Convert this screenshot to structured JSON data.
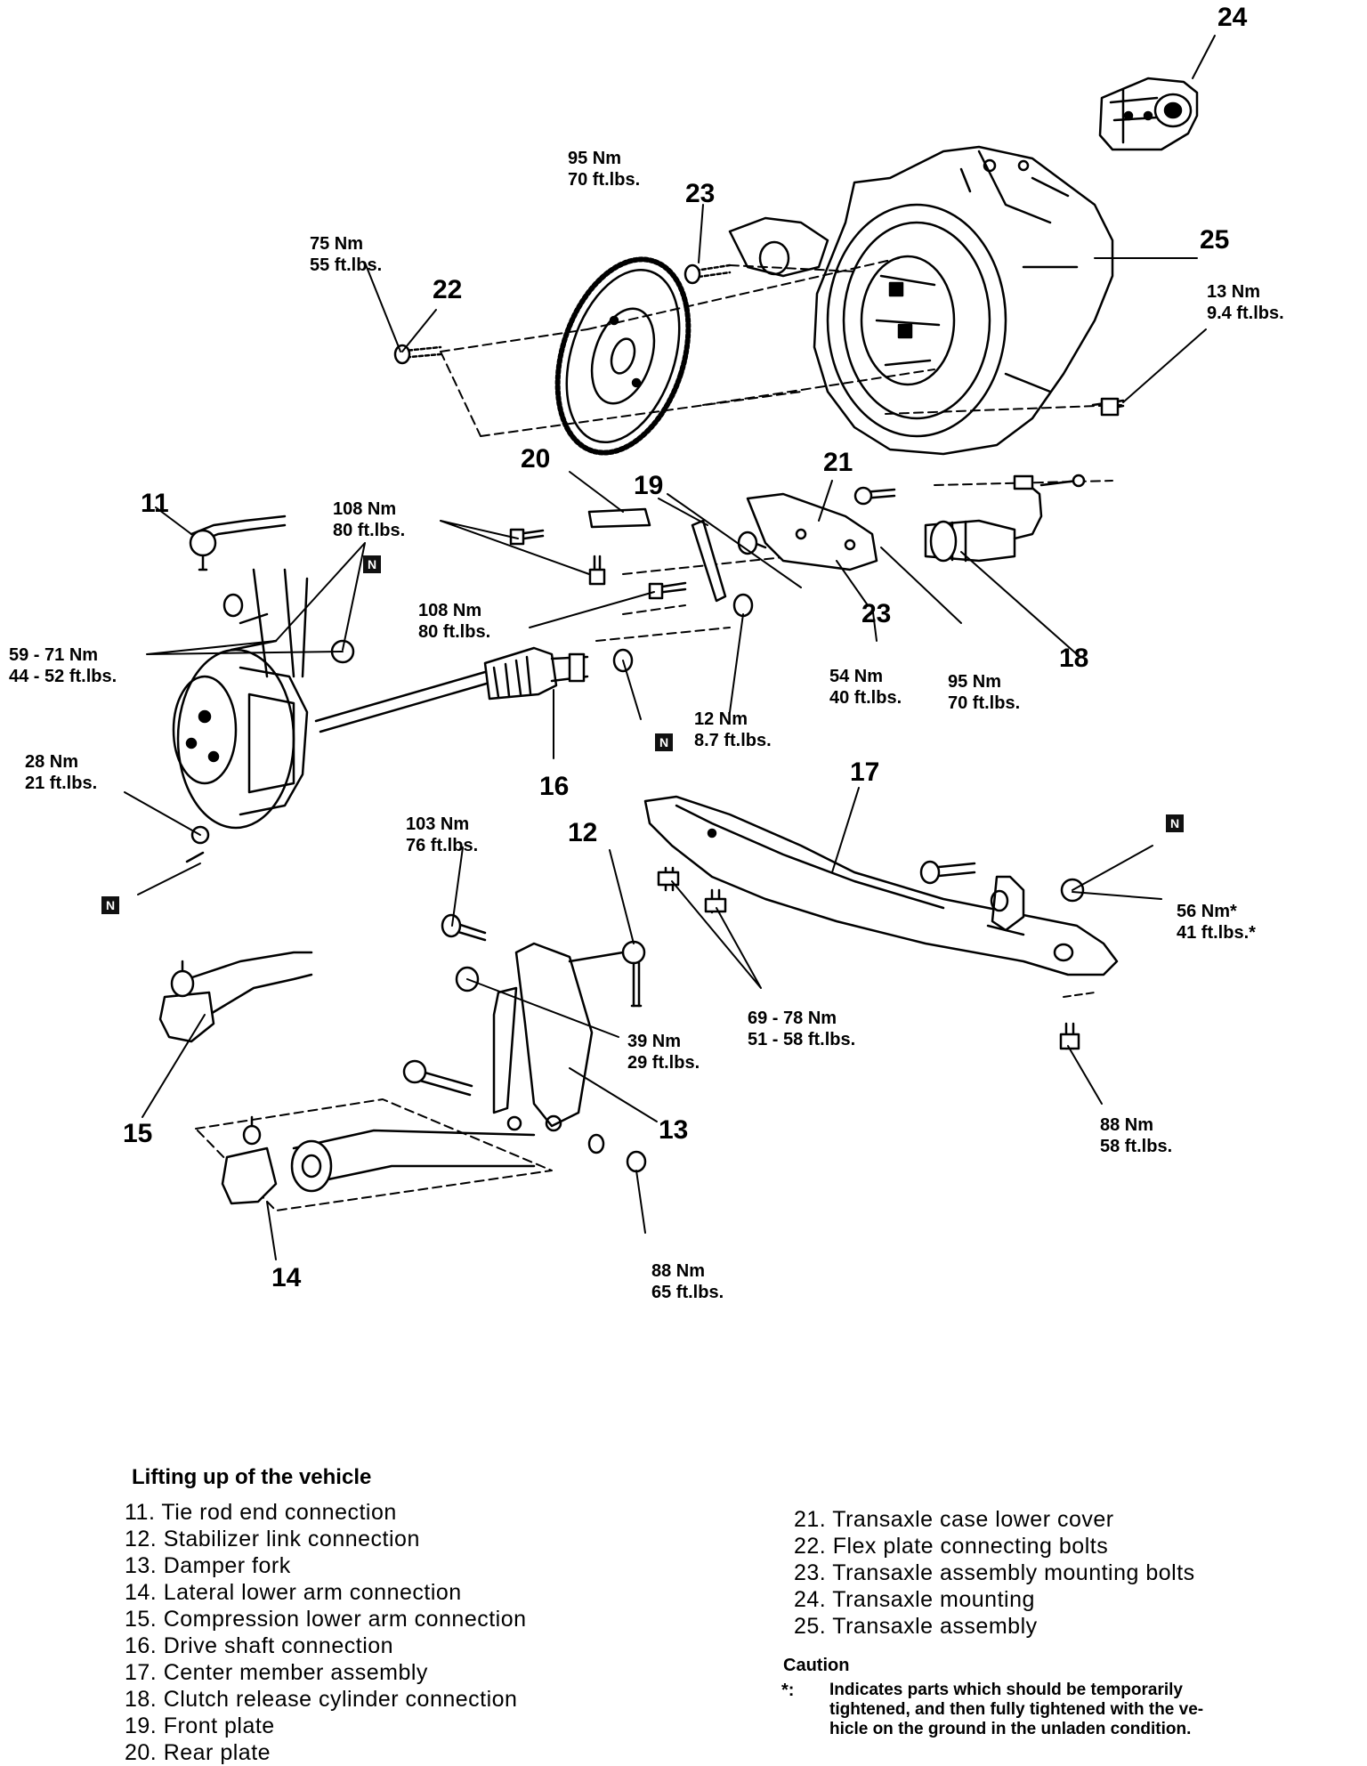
{
  "part_numbers": {
    "p11": "11",
    "p12": "12",
    "p13": "13",
    "p14": "14",
    "p15": "15",
    "p16": "16",
    "p17": "17",
    "p18": "18",
    "p19": "19",
    "p20": "20",
    "p21": "21",
    "p22": "22",
    "p23a": "23",
    "p23b": "23",
    "p24": "24",
    "p25": "25"
  },
  "torque": {
    "t95a": [
      "95 Nm",
      "70 ft.lbs."
    ],
    "t75": [
      "75 Nm",
      "55 ft.lbs."
    ],
    "t13": [
      "13 Nm",
      "9.4 ft.lbs."
    ],
    "t108a": [
      "108 Nm",
      "80 ft.lbs."
    ],
    "t59": [
      "59 - 71 Nm",
      "44 - 52 ft.lbs."
    ],
    "t108b": [
      "108 Nm",
      "80 ft.lbs."
    ],
    "t54": [
      "54 Nm",
      "40 ft.lbs."
    ],
    "t95b": [
      "95 Nm",
      "70 ft.lbs."
    ],
    "t12": [
      "12 Nm",
      "8.7 ft.lbs."
    ],
    "t28": [
      "28 Nm",
      "21 ft.lbs."
    ],
    "t103": [
      "103 Nm",
      "76 ft.lbs."
    ],
    "t56": [
      "56 Nm*",
      "41 ft.lbs.*"
    ],
    "t69": [
      "69 - 78 Nm",
      "51 - 58 ft.lbs."
    ],
    "t39": [
      "39 Nm",
      "29 ft.lbs."
    ],
    "t88a": [
      "88 Nm",
      "58 ft.lbs."
    ],
    "t88b": [
      "88 Nm",
      "65 ft.lbs."
    ]
  },
  "n_marker": "N",
  "legend": {
    "title": "Lifting up of the vehicle",
    "left_items": [
      "11. Tie rod end connection",
      "12. Stabilizer link connection",
      "13. Damper fork",
      "14. Lateral lower arm connection",
      "15. Compression lower arm connection",
      "16. Drive shaft connection",
      "17. Center member assembly",
      "18. Clutch release cylinder connection",
      "19. Front plate",
      "20. Rear plate"
    ],
    "right_items": [
      "21. Transaxle case lower cover",
      "22. Flex plate connecting bolts",
      "23. Transaxle assembly mounting bolts",
      "24. Transaxle mounting",
      "25. Transaxle assembly"
    ],
    "caution_title": "Caution",
    "caution_mark": "*:",
    "caution_lines": [
      "Indicates parts which should be temporarily",
      "tightened, and then fully tightened with the ve-",
      "hicle on the ground in the unladen condition."
    ]
  }
}
